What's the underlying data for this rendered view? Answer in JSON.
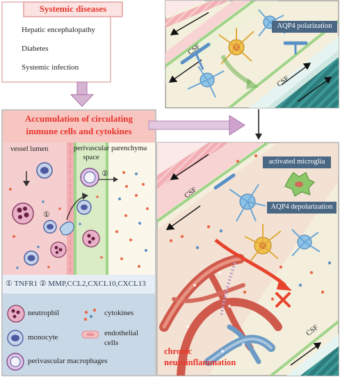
{
  "systemic": {
    "title": "Systemic diseases",
    "items": [
      "Hepatic encephalopathy",
      "Diabetes",
      "Systemic infection"
    ]
  },
  "accumulation": {
    "title_line1": "Accumulation of circulating",
    "title_line2": "immune cells and cytokines"
  },
  "compartments": {
    "lumen": "vessel lumen",
    "perivascular_line1": "perivascular",
    "perivascular_line2": "space",
    "parenchyma": "parenchyma"
  },
  "steps": {
    "step1": "①",
    "step2": "②"
  },
  "mediators": "① TNFR1  ② MMP,CCL2,CXCL10,CXCL13",
  "legend": {
    "neutrophil": "neutrophil",
    "cytokines": "cytokines",
    "monocyte": "monocyte",
    "endothelial_line1": "endothelial",
    "endothelial_line2": "cells",
    "perivascular_macrophages": "perivascular macrophages"
  },
  "top_right": {
    "aqp4": "AQP4 polarization",
    "csf_left": "CSF",
    "csf_right": "CSF"
  },
  "bottom_right": {
    "microglia": "activated microglia",
    "aqp4": "AQP4 depolarization",
    "csf_left": "CSF",
    "csf_right": "CSF",
    "chronic_line1": "chronic",
    "chronic_line2": "neuroinflammation"
  },
  "colors": {
    "red_title": "#e8342c",
    "label_box": "#4a6784",
    "panel_left": "#f6dcdc",
    "panel_right": "#f4efdc",
    "legend_bg": "#c9d8e6",
    "vessel_pink": "#f3b7b7",
    "vessel_green": "#9fd48a",
    "arrow_purple": "#c7a0c9"
  }
}
